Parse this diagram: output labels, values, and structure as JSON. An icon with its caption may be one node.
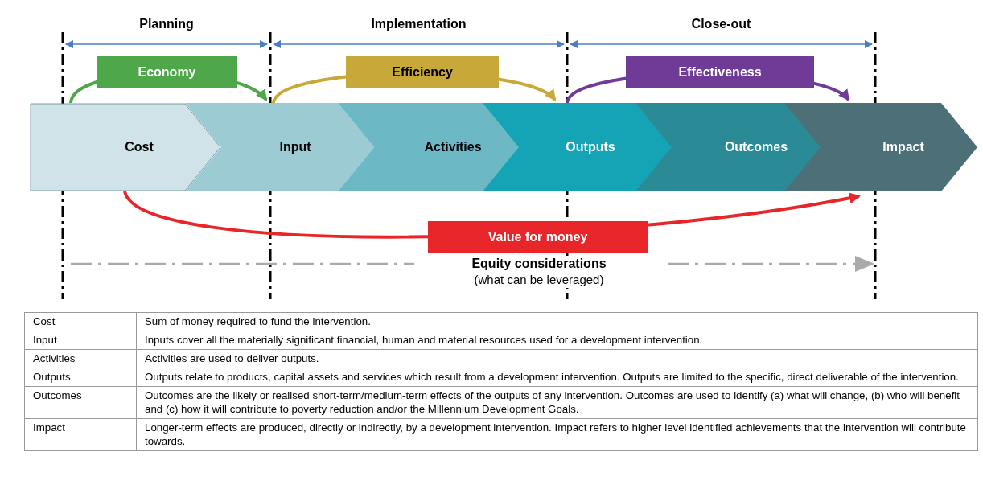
{
  "diagram": {
    "nodes": [
      {
        "text": [
          "Cost"
        ]
      },
      {
        "text": [
          "Input"
        ]
      },
      {
        "text": [
          "Activities"
        ]
      },
      {
        "text": [
          "Outputs"
        ]
      },
      {
        "text": [
          "Outcomes"
        ]
      },
      {
        "text": [
          "Impact"
        ]
      }
    ],
    "edges": [
      {
        "from": 0,
        "to": 1,
        "arrow": "to",
        "label": "Economy",
        "color": "#4ea84a"
      },
      {
        "from": 1,
        "to": 3,
        "arrow": "to",
        "label": "Efficiency",
        "color": "#c9a83a"
      },
      {
        "from": 3,
        "to": 5,
        "arrow": "to",
        "label": "Effectiveness",
        "color": "#6f3b97"
      },
      {
        "from": 0,
        "to": 5,
        "arrow": "to",
        "label": "Value for money",
        "color": "#e8262a"
      }
    ],
    "labels": [
      "Planning",
      "Implementation",
      "Close-out",
      "Equity considerations",
      "(what can be leveraged)",
      "Cost",
      "Sum of money required to fund the intervention.",
      "Input",
      "Inputs cover all the materially significant financial, human and material resources used for a development intervention.",
      "Activities",
      "Activities are used to deliver outputs.",
      "Outputs",
      "Outputs relate to products, capital assets and services which result from a development intervention. Outputs are limited to the specific, direct deliverable of the intervention.",
      "Outcomes",
      "Outcomes are the likely or realised short-term/medium-term effects of the outputs of any intervention. Outcomes are used to identify (a) what will change, (b) who will benefit and (c) how it will contribute to poverty reduction and/or the Millennium Development Goals.",
      "Impact",
      "Longer-term effects are produced, directly or indirectly, by a development intervention. Impact refers to higher level identified achievements that the intervention will contribute towards."
    ]
  }
}
